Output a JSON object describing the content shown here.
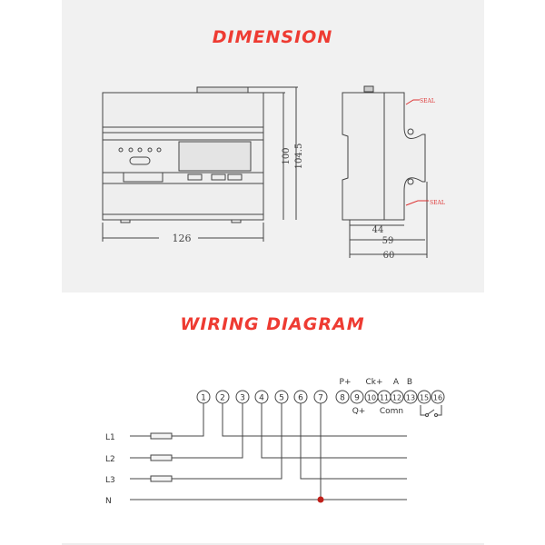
{
  "dimension": {
    "title": "DIMENSION",
    "width_label": "126",
    "height_label_inner": "100",
    "height_label_outer": "104.5",
    "depth_labels": [
      "44",
      "59",
      "60"
    ],
    "seal_label": "SEAL"
  },
  "wiring": {
    "title": "WIRING DIAGRAM",
    "lines": [
      "L1",
      "L2",
      "L3",
      "N"
    ],
    "terminals": [
      "1",
      "2",
      "3",
      "4",
      "5",
      "6",
      "7",
      "8",
      "9",
      "10",
      "11",
      "12",
      "13",
      "15",
      "16"
    ],
    "top_labels": [
      "P+",
      "Ck+",
      "A",
      "B"
    ],
    "bottom_labels": [
      "Q+",
      "Comn"
    ],
    "accent_color": "#ee3b32",
    "junction_color": "#c0201a"
  }
}
